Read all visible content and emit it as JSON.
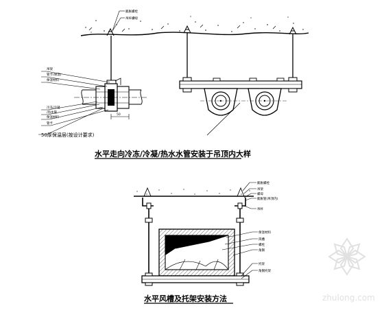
{
  "drawing1": {
    "caption": "水平走向冷冻/冷凝/热水水管安装于吊顶内大样",
    "labels_top": [
      "膨胀螺栓",
      "吊杆螺母"
    ],
    "labels_mid": [
      "吊架",
      "管卡(保温)",
      "保温材料"
    ],
    "labels_low": [
      "冷冻/冷凝",
      "/热水管",
      "保温材料",
      "管卡"
    ],
    "dim_text": "50",
    "bottom_note": "50厚保温层(按设计要求)"
  },
  "drawing2": {
    "caption": "水平风槽及托架安装方法",
    "labels_top": [
      "膨胀螺栓",
      "吊架",
      "螺母",
      "膨胀管(吊顶内)"
    ],
    "label_mid_top": "吊杆",
    "labels_right": [
      "保温材料",
      "风槽",
      "螺栓",
      "角钢"
    ],
    "labels_low": [
      "托架",
      "角钢托架"
    ]
  },
  "watermark": {
    "text": "zhulong.com"
  }
}
